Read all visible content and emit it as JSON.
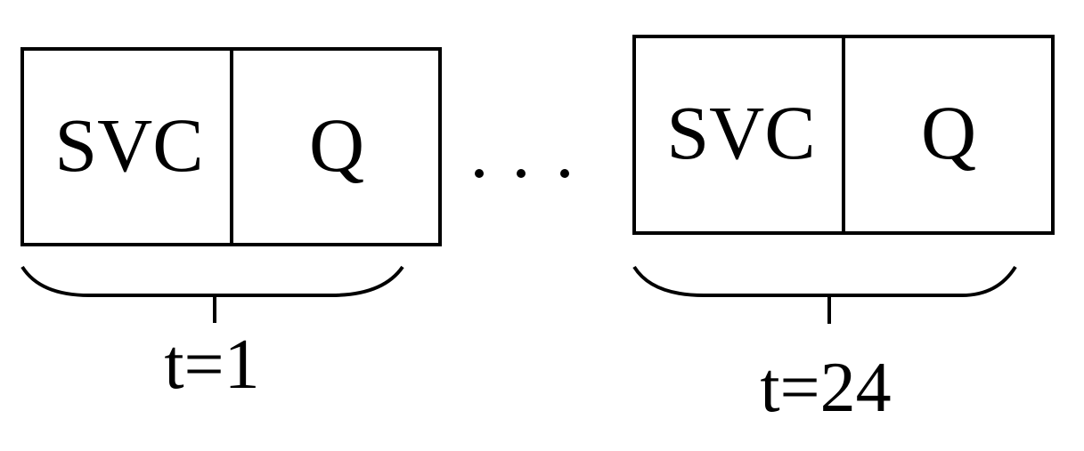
{
  "blocks": [
    {
      "cell_left": "SVC",
      "cell_right": "Q",
      "time_label": "t=1"
    },
    {
      "cell_left": "SVC",
      "cell_right": "Q",
      "time_label": "t=24"
    }
  ],
  "ellipsis": "· · ·",
  "colors": {
    "stroke": "#000000",
    "background": "#ffffff"
  }
}
